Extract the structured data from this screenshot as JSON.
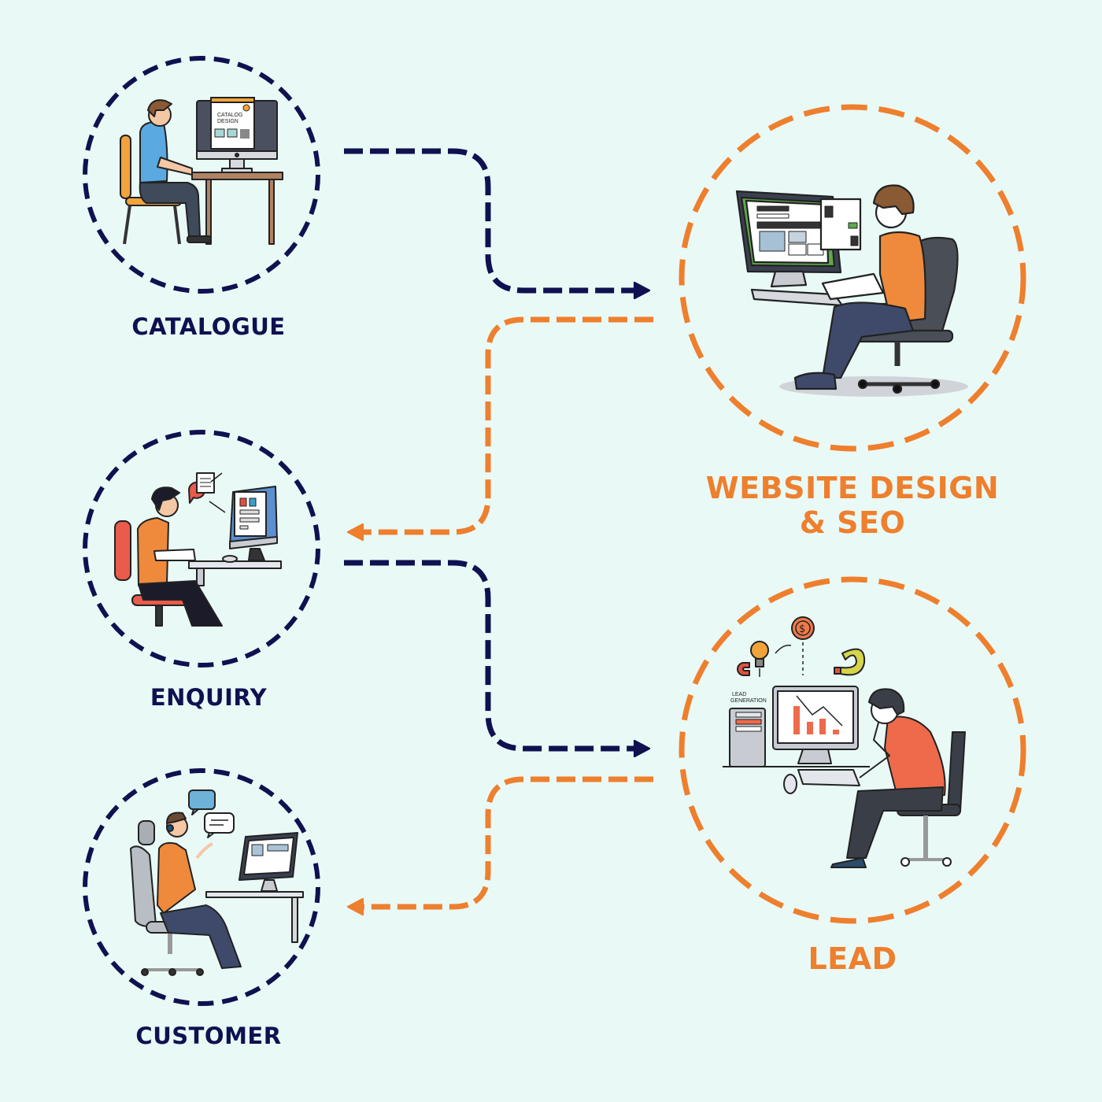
{
  "diagram": {
    "title": "Catalogue to Customer lead flow",
    "colors": {
      "background": "#e9f9f6",
      "navy": "#0f1150",
      "orange": "#ee7f2d"
    },
    "nodes": [
      {
        "id": "catalogue",
        "label": "CATALOGUE",
        "color": "navy",
        "illustration": "person-at-desk-catalog-design",
        "screen_text": "CATALOG DESIGN"
      },
      {
        "id": "website",
        "label": "WEBSITE DESIGN & SEO",
        "label_lines": [
          "WEBSITE DESIGN",
          "& SEO"
        ],
        "color": "orange",
        "illustration": "person-designing-website"
      },
      {
        "id": "enquiry",
        "label": "ENQUIRY",
        "color": "navy",
        "illustration": "person-sending-enquiry"
      },
      {
        "id": "lead",
        "label": "LEAD",
        "color": "orange",
        "illustration": "person-analyzing-lead-generation",
        "screen_text": "LEAD GENERATION"
      },
      {
        "id": "customer",
        "label": "CUSTOMER",
        "color": "navy",
        "illustration": "support-agent-with-headset"
      }
    ],
    "edges": [
      {
        "from": "catalogue",
        "to": "website",
        "color": "navy",
        "style": "dashed"
      },
      {
        "from": "website",
        "to": "enquiry",
        "color": "orange",
        "style": "dashed"
      },
      {
        "from": "enquiry",
        "to": "lead",
        "color": "navy",
        "style": "dashed"
      },
      {
        "from": "lead",
        "to": "customer",
        "color": "orange",
        "style": "dashed"
      }
    ]
  }
}
